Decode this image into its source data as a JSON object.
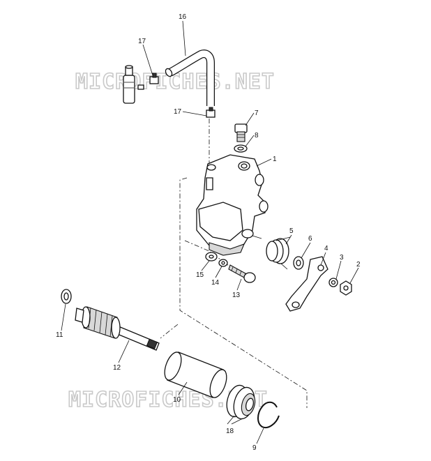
{
  "watermarks": [
    "MICROFICHES.NET",
    "MICROFICHES.NET"
  ],
  "callouts": [
    "16",
    "17",
    "17",
    "7",
    "8",
    "1",
    "5",
    "6",
    "4",
    "3",
    "2",
    "15",
    "14",
    "13",
    "11",
    "12",
    "10",
    "18",
    "9"
  ]
}
